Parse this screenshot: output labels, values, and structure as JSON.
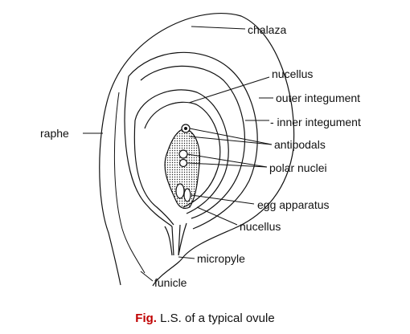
{
  "labels": {
    "chalaza": "chalaza",
    "nucellus_top": "nucellus",
    "outer_integument": "outer integument",
    "inner_integument": "- inner integument",
    "raphe": "raphe",
    "antipodals": "antipodals",
    "polar_nuclei": "polar nuclei",
    "egg_apparatus": "egg apparatus",
    "nucellus_bottom": "nucellus",
    "micropyle": "micropyle",
    "funicle": "funicle"
  },
  "caption": {
    "prefix": "Fig.",
    "text": " L.S. of a typical ovule"
  },
  "colors": {
    "caption_prefix": "#c00000",
    "line": "#111111"
  }
}
